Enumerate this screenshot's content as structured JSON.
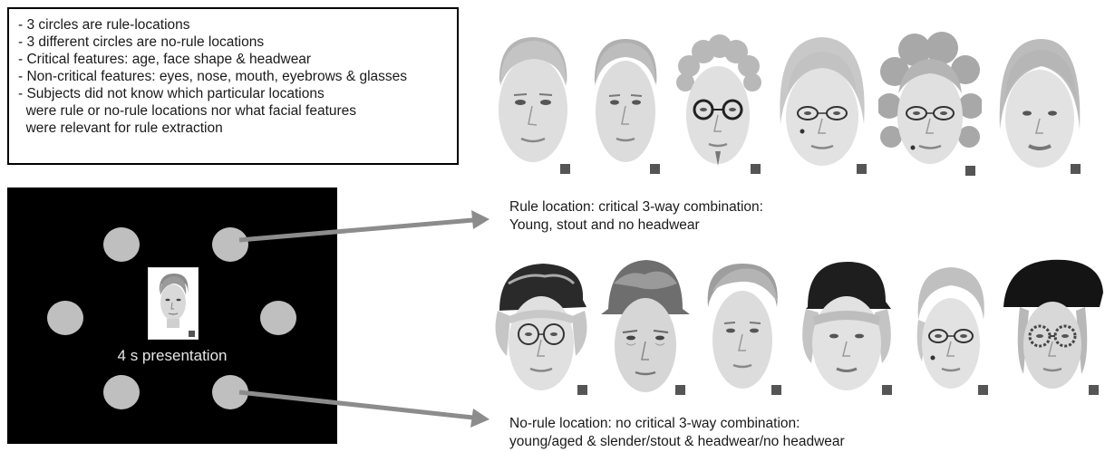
{
  "info_box": {
    "lines": [
      "- 3 circles are rule-locations",
      "- 3 different circles are no-rule locations",
      "- Critical features: age, face shape & headwear",
      "- Non-critical features: eyes, nose, mouth, eyebrows & glasses",
      "- Subjects did not know which particular locations",
      "  were rule or no-rule locations nor what facial features",
      "  were relevant for rule extraction"
    ]
  },
  "display": {
    "presentation_label": "4 s presentation",
    "circle_count": 6
  },
  "rule_location": {
    "caption_line1": "Rule location: critical 3-way combination:",
    "caption_line2": "Young, stout and no headwear"
  },
  "no_rule_location": {
    "caption_line1": "No-rule location: no critical 3-way combination:",
    "caption_line2": "young/aged & slender/stout & headwear/no headwear"
  },
  "colors": {
    "display_bg": "#000000",
    "circle": "#bfbfbf",
    "arrow": "#8c8c8c",
    "box_border": "#000000"
  }
}
